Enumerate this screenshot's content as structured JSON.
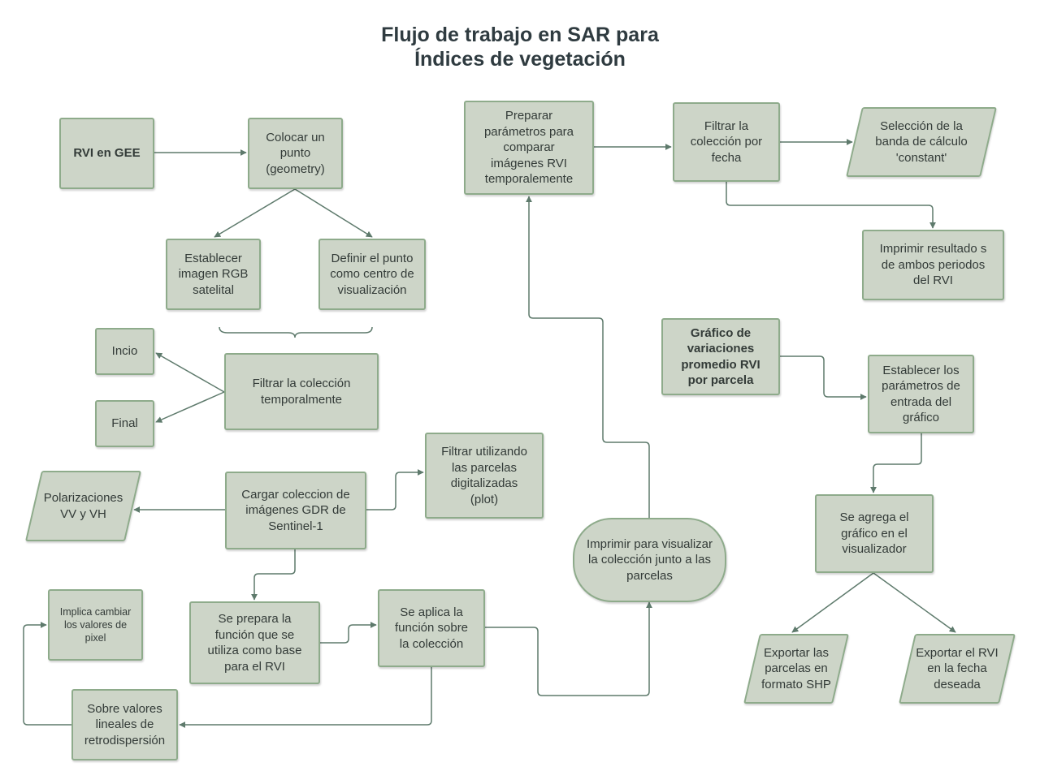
{
  "title": {
    "line1": "Flujo de trabajo en SAR para",
    "line2": "Índices de vegetación"
  },
  "colors": {
    "box_fill": "#cdd5c8",
    "box_border": "#8eab8b",
    "connector": "#5e7a6c",
    "text": "#333b38",
    "title": "#2f3b40"
  },
  "nodes": {
    "rvi_gee": "RVI en GEE",
    "colocar_punto": "Colocar un\npunto\n(geometry)",
    "establecer_rgb": "Establecer\nimagen RGB\nsatelital",
    "definir_punto": "Definir el  punto\ncomo centro de\nvisualización",
    "incio": "Incio",
    "final": "Final",
    "filtrar_temporal": "Filtrar la colección\ntemporalmente",
    "polarizaciones": "Polarizaciones\nVV  y VH",
    "cargar_coleccion": "Cargar coleccion de\nimágenes GDR de\nSentinel-1",
    "filtrar_parcelas": "Filtrar utilizando\nlas parcelas\ndigitalizadas\n(plot)",
    "implica_cambiar": "Implica cambiar\nlos valores de\npixel",
    "prepara_funcion": "Se prepara la\nfunción que se\nutiliza como base\npara el RVI",
    "aplica_funcion": "Se aplica la\nfunción sobre\nla colección",
    "valores_lineales": "Sobre valores\nlineales de\nretrodispersión",
    "imprimir_visualizar": "Imprimir para visualizar\nla colección junto a las\nparcelas",
    "preparar_parametros": "Preparar\nparámetros para\ncomparar\nimágenes  RVI\ntemporalemente",
    "filtrar_fecha": "Filtrar la\ncolección por\nfecha",
    "seleccion_banda": "Selección de la\nbanda de cálculo\n'constant'",
    "imprimir_resultados": "Imprimir resultado s\nde ambos periodos\ndel RVI",
    "grafico_variaciones": "Gráfico de\nvariaciones\npromedio RVI\npor parcela",
    "establecer_parametros": "Establecer los\nparámetros de\nentrada del\ngráfico",
    "agrega_grafico": "Se agrega el\ngráfico en el\nvisualizador",
    "exportar_shp": "Exportar las\nparcelas en\nformato SHP",
    "exportar_rvi": "Exportar el RVI\nen la fecha\ndeseada"
  }
}
